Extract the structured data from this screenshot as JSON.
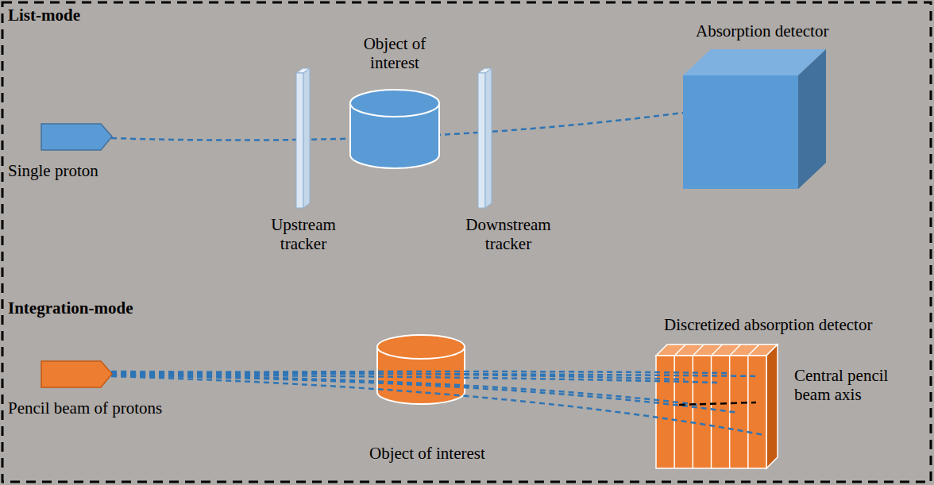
{
  "diagram": {
    "labels": [
      "List-mode",
      "Object of interest",
      "Absorption detector",
      "Single proton",
      "Upstream tracker",
      "Downstream tracker",
      "Integration-mode",
      "Discretized absorption detector",
      "Central pencil beam axis",
      "Pencil beam of protons",
      "Object of interest"
    ]
  }
}
